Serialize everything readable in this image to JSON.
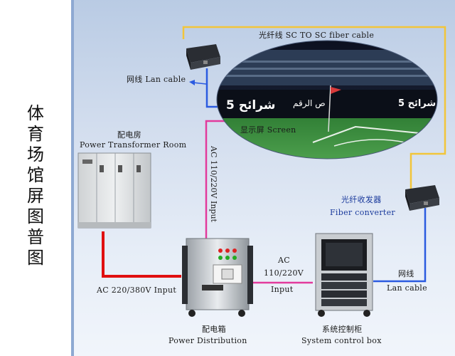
{
  "left_title": [
    "体",
    "育",
    "场",
    "馆",
    "屏",
    "图",
    "普",
    "图"
  ],
  "labels": {
    "fiber_cable": "光纤线 SC TO SC fiber cable",
    "lan_cable_top": "网线 Lan cable",
    "screen": "显示屏 Screen",
    "screen_text_a": "5 شرائح",
    "screen_text_b": "ص الرقم",
    "screen_text_c": "5 شرائح",
    "room_cn": "配电房",
    "room_en": "Power Transformer Room",
    "ac_vertical": "AC 110/220V Input",
    "fiber_conv_cn": "光纤收发器",
    "fiber_conv_en": "Fiber converter",
    "ac_mid_1": "AC",
    "ac_mid_2": "110/220V",
    "ac_mid_3": "Input",
    "lan_cable_right_cn": "网线",
    "lan_cable_right_en": "Lan cable",
    "ac_bottom": "AC 220/380V Input",
    "power_dist_cn": "配电箱",
    "power_dist_en": "Power Distribution",
    "control_cn": "系统控制柜",
    "control_en": "System control box"
  },
  "colors": {
    "fiber": "#f2c53a",
    "lan": "#2b5be0",
    "ac_pink": "#e23a9c",
    "ac_red": "#e01010"
  }
}
